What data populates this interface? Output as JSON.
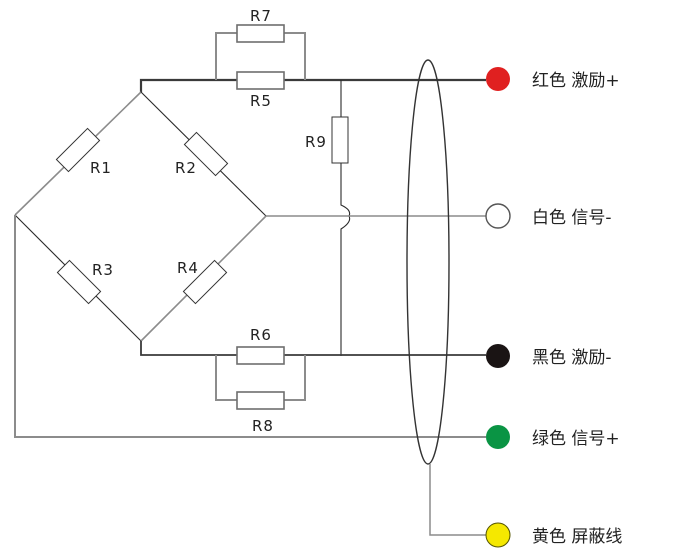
{
  "diagram": {
    "type": "strain-gauge bridge wiring diagram",
    "resistors": {
      "R1": "R1",
      "R2": "R2",
      "R3": "R3",
      "R4": "R4",
      "R5": "R5",
      "R6": "R6",
      "R7": "R7",
      "R8": "R8",
      "R9": "R9"
    },
    "terminals": [
      {
        "id": "excitation-positive",
        "label": "红色 激励+",
        "color": "#e02020",
        "fill": "filled"
      },
      {
        "id": "signal-negative",
        "label": "白色 信号-",
        "color": "#ffffff",
        "fill": "hollow"
      },
      {
        "id": "excitation-negative",
        "label": "黑色 激励-",
        "color": "#1a1414",
        "fill": "filled"
      },
      {
        "id": "signal-positive",
        "label": "绿色 信号+",
        "color": "#0a9444",
        "fill": "filled"
      },
      {
        "id": "shield",
        "label": "黄色 屏蔽线",
        "color": "#f5e800",
        "fill": "filled"
      }
    ]
  }
}
